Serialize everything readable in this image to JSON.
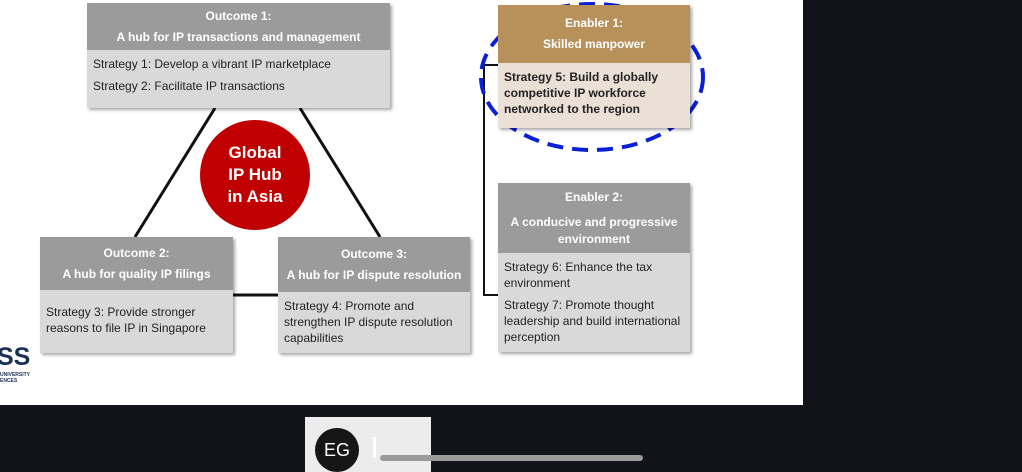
{
  "outcome1": {
    "title": "Outcome 1:",
    "subtitle": "A hub for IP transactions and management",
    "strategies": [
      "Strategy 1: Develop a vibrant IP marketplace",
      "Strategy 2: Facilitate IP transactions"
    ]
  },
  "outcome2": {
    "title": "Outcome 2:",
    "subtitle": "A hub for quality IP filings",
    "strategies": [
      "Strategy 3: Provide stronger reasons to file IP in Singapore"
    ]
  },
  "outcome3": {
    "title": "Outcome 3:",
    "subtitle": "A hub for IP dispute resolution",
    "strategies": [
      "Strategy 4: Promote and strengthen IP dispute resolution capabilities"
    ]
  },
  "center": {
    "line1": "Global",
    "line2": "IP Hub",
    "line3": "in Asia"
  },
  "enabler1": {
    "title": "Enabler 1:",
    "subtitle": "Skilled manpower",
    "strategies": [
      "Strategy 5: Build a globally competitive IP workforce networked to the region"
    ]
  },
  "enabler2": {
    "title": "Enabler 2:",
    "subtitle": "A conducive and progressive environment",
    "strategies": [
      "Strategy 6: Enhance the tax environment",
      "Strategy 7: Promote thought leadership and build international perception"
    ]
  },
  "logo": {
    "text": "SS",
    "line1": "UNIVERSITY",
    "line2": "ENCES"
  },
  "participant": {
    "initials": "EG"
  },
  "colors": {
    "header": "#9b9b9b",
    "body": "#d9d9d9",
    "enabler_header": "#b8905a",
    "enabler_body": "#ebe0d6",
    "circle": "#c00000",
    "highlight": "#0a1fd8"
  }
}
